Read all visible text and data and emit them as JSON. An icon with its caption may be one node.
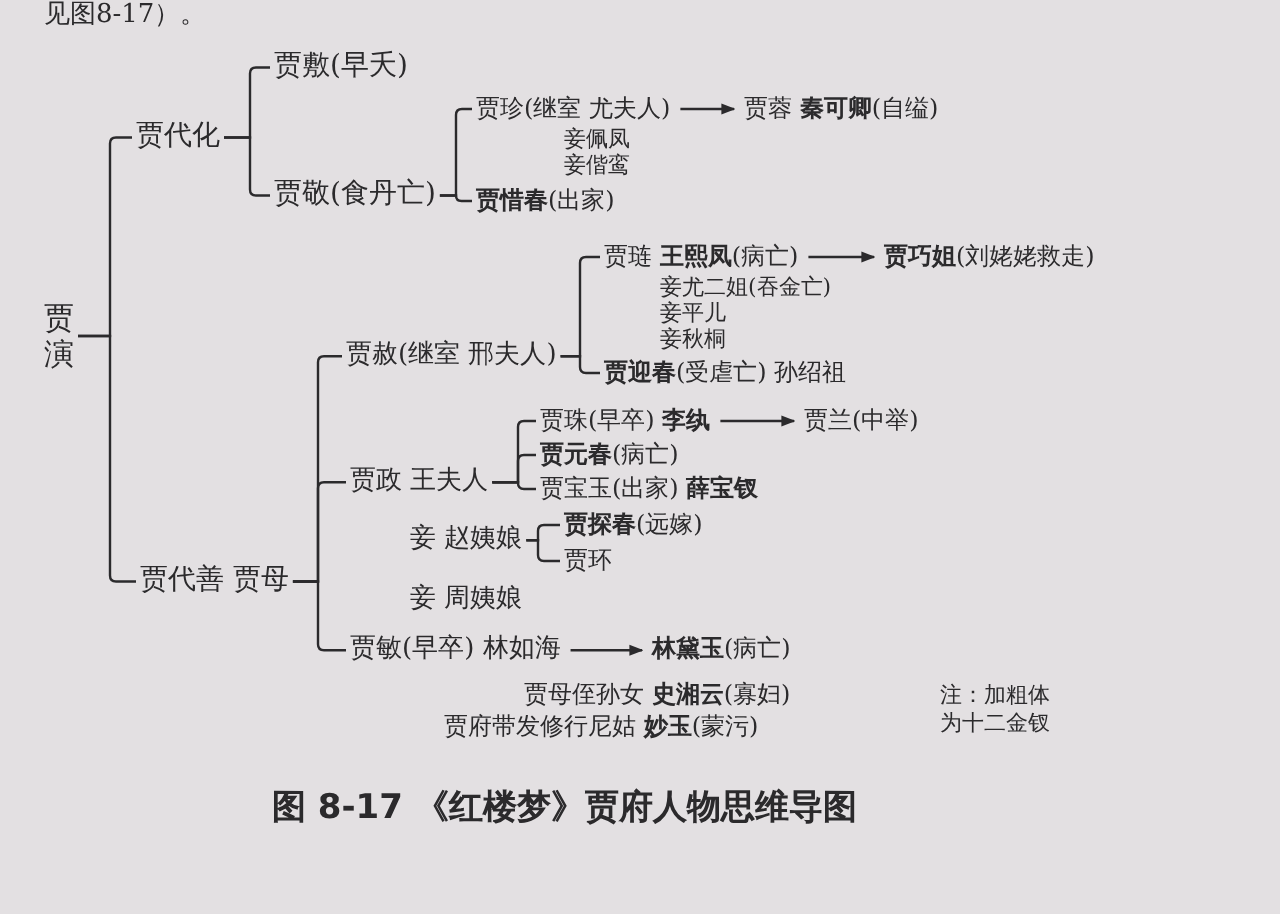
{
  "diagram": {
    "caption": "图 8-17 《红楼梦》贾府人物思维导图",
    "nodes": [
      {
        "text": [
          "贾演"
        ]
      },
      {
        "text": [
          "贾代化"
        ]
      },
      {
        "text": [
          "贾敷(早夭)"
        ]
      },
      {
        "text": [
          "贾敬(食丹亡)"
        ]
      },
      {
        "text": [
          "贾珍(继室 尤夫人)"
        ],
        "beside": [
          "妾佩凤",
          "妾偕鸾"
        ]
      },
      {
        "text": [
          "贾蓉 **秦可卿**(自缢)"
        ]
      },
      {
        "text": [
          "**贾惜春**(出家)"
        ]
      },
      {
        "text": [
          "贾代善 贾母"
        ]
      },
      {
        "text": [
          "贾赦(继室 邢夫人)"
        ]
      },
      {
        "text": [
          "贾琏 **王熙凤**(病亡)"
        ],
        "beside": [
          "妾尤二姐(吞金亡)",
          "妾平儿",
          "妾秋桐"
        ]
      },
      {
        "text": [
          "**贾巧姐**(刘姥姥救走)"
        ]
      },
      {
        "text": [
          "**贾迎春**(受虐亡) 孙绍祖"
        ]
      },
      {
        "text": [
          "贾政 王夫人"
        ]
      },
      {
        "text": [
          "贾珠(早卒) **李纨**"
        ]
      },
      {
        "text": [
          "贾兰(中举)"
        ]
      },
      {
        "text": [
          "**贾元春**(病亡)"
        ]
      },
      {
        "text": [
          "贾宝玉(出家) **薛宝钗**"
        ]
      },
      {
        "text": [
          "妾 赵姨娘"
        ]
      },
      {
        "text": [
          "**贾探春**(远嫁)"
        ]
      },
      {
        "text": [
          "贾环"
        ]
      },
      {
        "text": [
          "贾敏(早卒) 林如海"
        ]
      },
      {
        "text": [
          "**林黛玉**(病亡)"
        ]
      }
    ],
    "edges": [
      {
        "from": 0,
        "to": 1,
        "arrow": "none"
      },
      {
        "from": 0,
        "to": 7,
        "arrow": "none"
      },
      {
        "from": 1,
        "to": 2,
        "arrow": "none"
      },
      {
        "from": 1,
        "to": 3,
        "arrow": "none"
      },
      {
        "from": 3,
        "to": 4,
        "arrow": "none"
      },
      {
        "from": 3,
        "to": 6,
        "arrow": "none"
      },
      {
        "from": 4,
        "to": 5,
        "arrow": "to"
      },
      {
        "from": 7,
        "to": 8,
        "arrow": "none"
      },
      {
        "from": 7,
        "to": 12,
        "arrow": "none"
      },
      {
        "from": 7,
        "to": 20,
        "arrow": "none"
      },
      {
        "from": 8,
        "to": 9,
        "arrow": "none"
      },
      {
        "from": 8,
        "to": 11,
        "arrow": "none"
      },
      {
        "from": 9,
        "to": 10,
        "arrow": "to"
      },
      {
        "from": 12,
        "to": 13,
        "arrow": "none"
      },
      {
        "from": 12,
        "to": 15,
        "arrow": "none"
      },
      {
        "from": 12,
        "to": 16,
        "arrow": "none"
      },
      {
        "from": 13,
        "to": 14,
        "arrow": "to"
      },
      {
        "from": 17,
        "to": 18,
        "arrow": "none"
      },
      {
        "from": 17,
        "to": 19,
        "arrow": "none"
      },
      {
        "from": 20,
        "to": 21,
        "arrow": "to"
      }
    ],
    "labels": [
      "见图8-17）。",
      "妾 周姨娘",
      "贾母侄孙女 **史湘云**(寡妇)",
      "贾府带发修行尼姑 **妙玉**(蒙污)",
      "注：加粗体为十二金钗"
    ]
  }
}
